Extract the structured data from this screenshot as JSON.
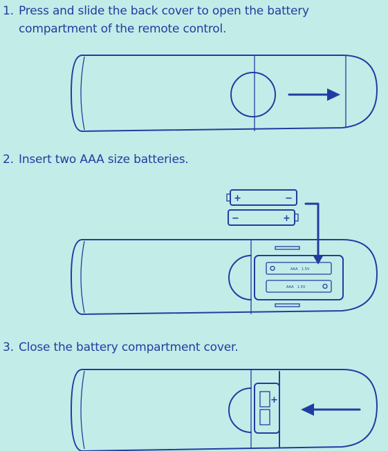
{
  "steps": [
    {
      "number": "1.",
      "line1": "Press and slide the back cover to open the battery",
      "line2": "compartment of the remote control."
    },
    {
      "number": "2.",
      "line1": "Insert two AAA size batteries."
    },
    {
      "number": "3.",
      "line1": "Close the battery compartment  cover."
    }
  ],
  "battery_labels": {
    "type": "AAA",
    "voltage": "1.5V"
  },
  "battery_signs": {
    "plus": "+",
    "minus": "−"
  },
  "colors": {
    "background": "#c2ece8",
    "ink": "#1f3da0"
  }
}
